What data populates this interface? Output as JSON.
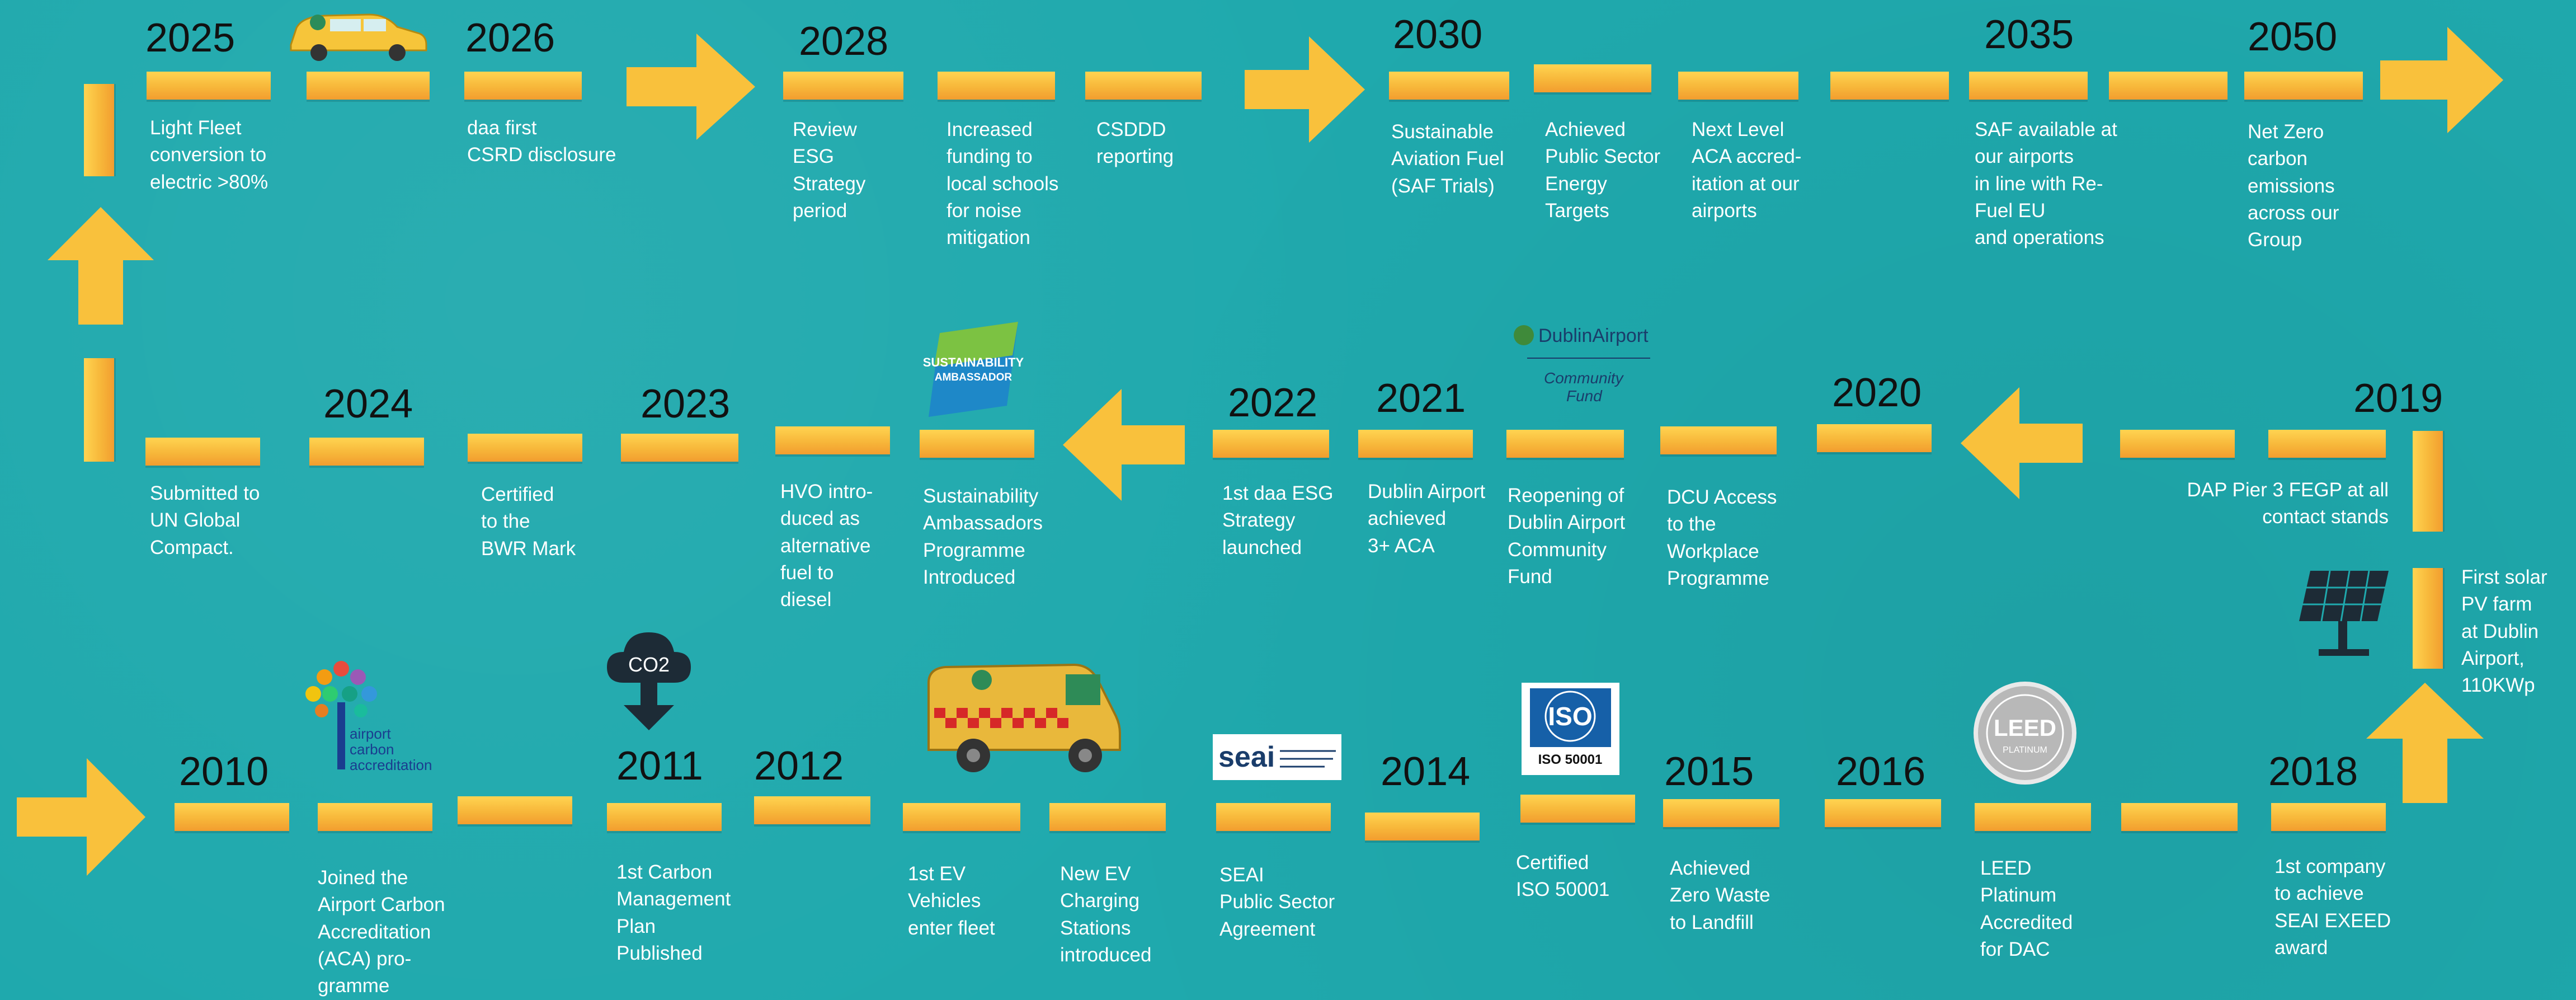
{
  "row1": {
    "2025": {
      "year": "2025",
      "desc": "Light Fleet\nconversion to\nelectric >80%"
    },
    "2026": {
      "year": "2026",
      "desc": "daa first\nCSRD disclosure"
    },
    "2028": {
      "year": "2028",
      "desc_a": "Review\nESG\nStrategy\nperiod",
      "desc_b": "Increased\nfunding to\nlocal schools\nfor noise\nmitigation",
      "desc_c": "CSDDD\nreporting"
    },
    "2030": {
      "year": "2030",
      "desc_a": "Sustainable\nAviation Fuel\n(SAF Trials)",
      "desc_b": "Achieved\nPublic Sector\nEnergy\nTargets",
      "desc_c": "Next Level\nACA accred-\nitation at our\nairports"
    },
    "2035": {
      "year": "2035",
      "desc": "SAF available at\nour airports\nin line with Re-\nFuel EU\nand operations"
    },
    "2050": {
      "year": "2050",
      "desc": "Net Zero\ncarbon\nemissions\nacross our\nGroup"
    }
  },
  "row2": {
    "2024": {
      "year": "2024",
      "desc_a": "Submitted to\nUN Global\nCompact."
    },
    "2023": {
      "year": "2023",
      "desc_a": "Certified\nto the\nBWR Mark",
      "desc_b": "HVO intro-\nduced as\nalternative\nfuel to\ndiesel"
    },
    "2022": {
      "year": "2022",
      "desc_a": "Sustainability\nAmbassadors\nProgramme\nIntroduced",
      "desc_b": "1st daa ESG\nStrategy\nlaunched"
    },
    "2021": {
      "year": "2021",
      "desc_a": "Dublin Airport\nachieved\n3+ ACA",
      "desc_b": "Reopening of\nDublin Airport\nCommunity\nFund"
    },
    "2020": {
      "year": "2020",
      "desc": "DCU Access\nto the\nWorkplace\nProgramme"
    },
    "2019": {
      "year": "2019",
      "desc": "DAP Pier 3 FEGP at all\ncontact stands"
    }
  },
  "row3": {
    "2010": {
      "year": "2010",
      "desc": "Joined the\nAirport Carbon\nAccreditation\n(ACA) pro-\ngramme"
    },
    "2011": {
      "year": "2011",
      "desc": "1st Carbon\nManagement\nPlan\nPublished"
    },
    "2012": {
      "year": "2012",
      "desc_a": "1st EV\nVehicles\nenter fleet",
      "desc_b": "New EV\nCharging\nStations\nintroduced"
    },
    "2013": {
      "desc": "SEAI\nPublic Sector\nAgreement"
    },
    "2014": {
      "year": "2014",
      "desc": "Certified\nISO 50001"
    },
    "2015": {
      "year": "2015",
      "desc": "Achieved\nZero Waste\nto Landfill"
    },
    "2016": {
      "year": "2016",
      "desc": "LEED\nPlatinum\nAccredited\nfor DAC"
    },
    "2018": {
      "year": "2018",
      "desc": "1st company\nto achieve\nSEAI EXEED\naward"
    }
  },
  "side": {
    "solar_desc": "First solar\nPV farm\nat Dublin\nAirport,\n110KWp"
  },
  "logos": {
    "aca_line1": "airport",
    "aca_line2": "carbon",
    "aca_line3": "accreditation",
    "co2": "CO2",
    "seai": "seai",
    "iso_top": "ISO",
    "iso_bottom": "ISO 50001",
    "leed": "LEED",
    "leed_sub": "PLATINUM",
    "ambassador_top": "SUSTAINABILITY",
    "ambassador_bottom": "AMBASSADOR",
    "dublin_airport": "DublinAirport",
    "community_fund": "Community\nFund"
  },
  "colors": {
    "background": "#1fa9ad",
    "dash_light": "#ffd451",
    "dash_dark": "#f29d2f",
    "arrow": "#f9c13c",
    "text_light": "#ffffff",
    "text_dark": "#111111"
  }
}
